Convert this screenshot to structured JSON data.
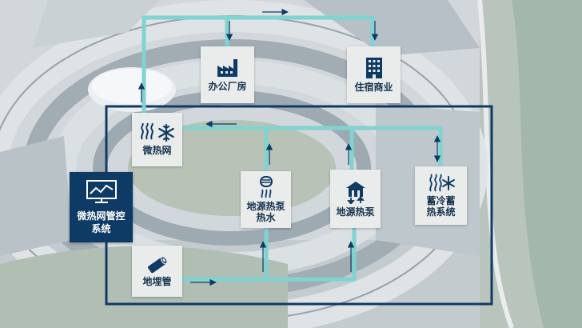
{
  "nodes": {
    "office": {
      "label": "办公厂房",
      "icon": "factory-icon"
    },
    "residential": {
      "label": "住宿商业",
      "icon": "building-icon"
    },
    "micro_heat_network": {
      "label": "微热网",
      "icon": "heat-snowflake-icon"
    },
    "control_system": {
      "line1": "微热网管控",
      "line2": "系统",
      "icon": "monitor-chart-icon"
    },
    "gshp_hot_water": {
      "line1": "地源热泵",
      "line2": "热水",
      "icon": "water-tank-icon"
    },
    "gshp": {
      "label": "地源热泵",
      "icon": "heat-pump-icon"
    },
    "cold_heat_storage": {
      "line1": "蓄冷蓄",
      "line2": "热系统",
      "icon": "heat-cold-icon"
    },
    "buried_pipe": {
      "label": "地埋管",
      "icon": "pipe-icon"
    }
  },
  "colors": {
    "flow_line": "#7fd3d0",
    "arrow": "#0e3a66",
    "frame": "#0e3a66",
    "control_bg": "#0e3a66",
    "text": "#16324f"
  }
}
